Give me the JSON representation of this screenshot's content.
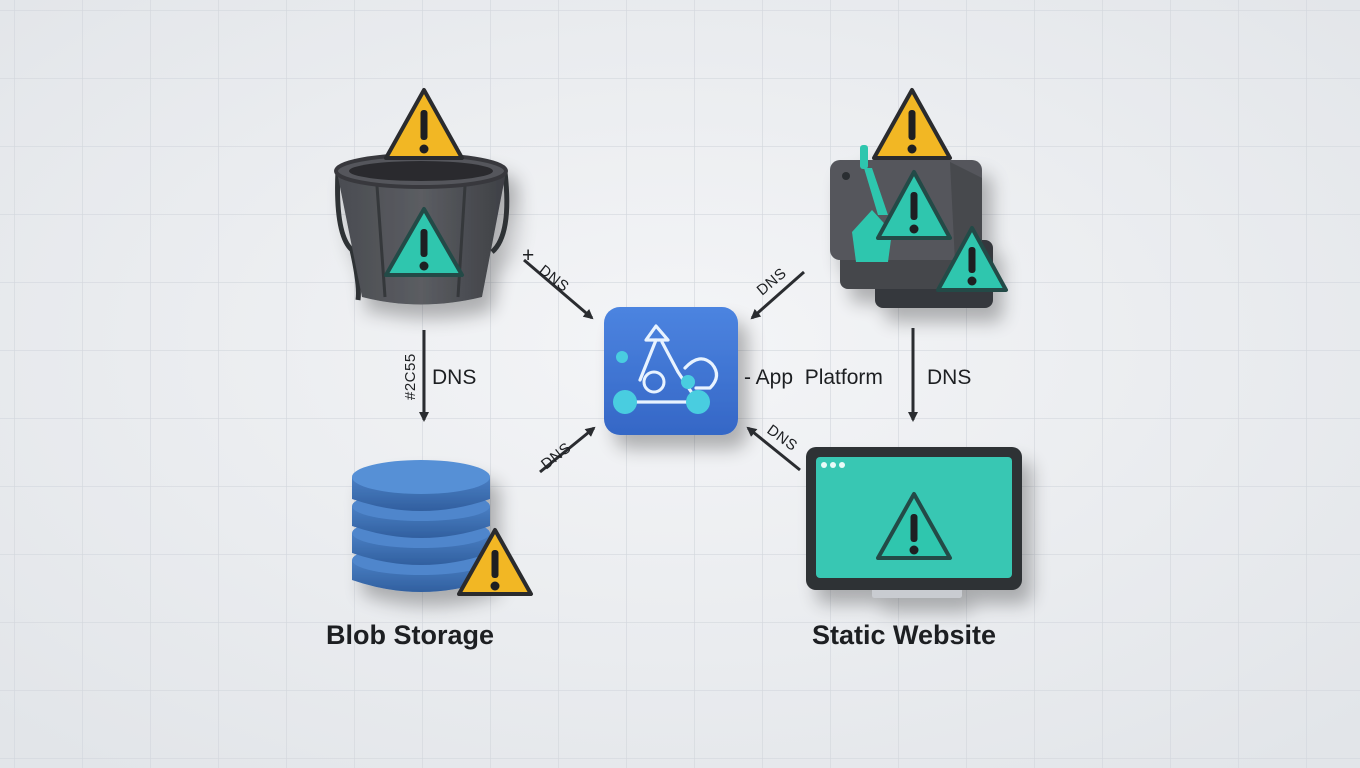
{
  "labels": {
    "blob_storage": "Blob Storage",
    "static_website": "Static Website",
    "dns": "DNS",
    "hex_tag": "#2C55",
    "app_platform": "- App  Platform",
    "plus": "+"
  },
  "icons": {
    "bucket": "bucket-icon",
    "app_platform": "app-platform-icon",
    "server_stack": "server-stack-icon",
    "database": "database-icon",
    "monitor": "monitor-icon",
    "warning": "warning-icon"
  },
  "colors": {
    "background": "#eceef1",
    "grid": "#d3d7dd",
    "warning_yellow": "#f2b724",
    "warning_teal": "#2fc6ae",
    "app_blue": "#3f77d6",
    "storage_blue": "#3c6fb6",
    "screen_teal": "#39c7b3",
    "device_dark": "#3d3f44",
    "arrow": "#2a2c30"
  }
}
